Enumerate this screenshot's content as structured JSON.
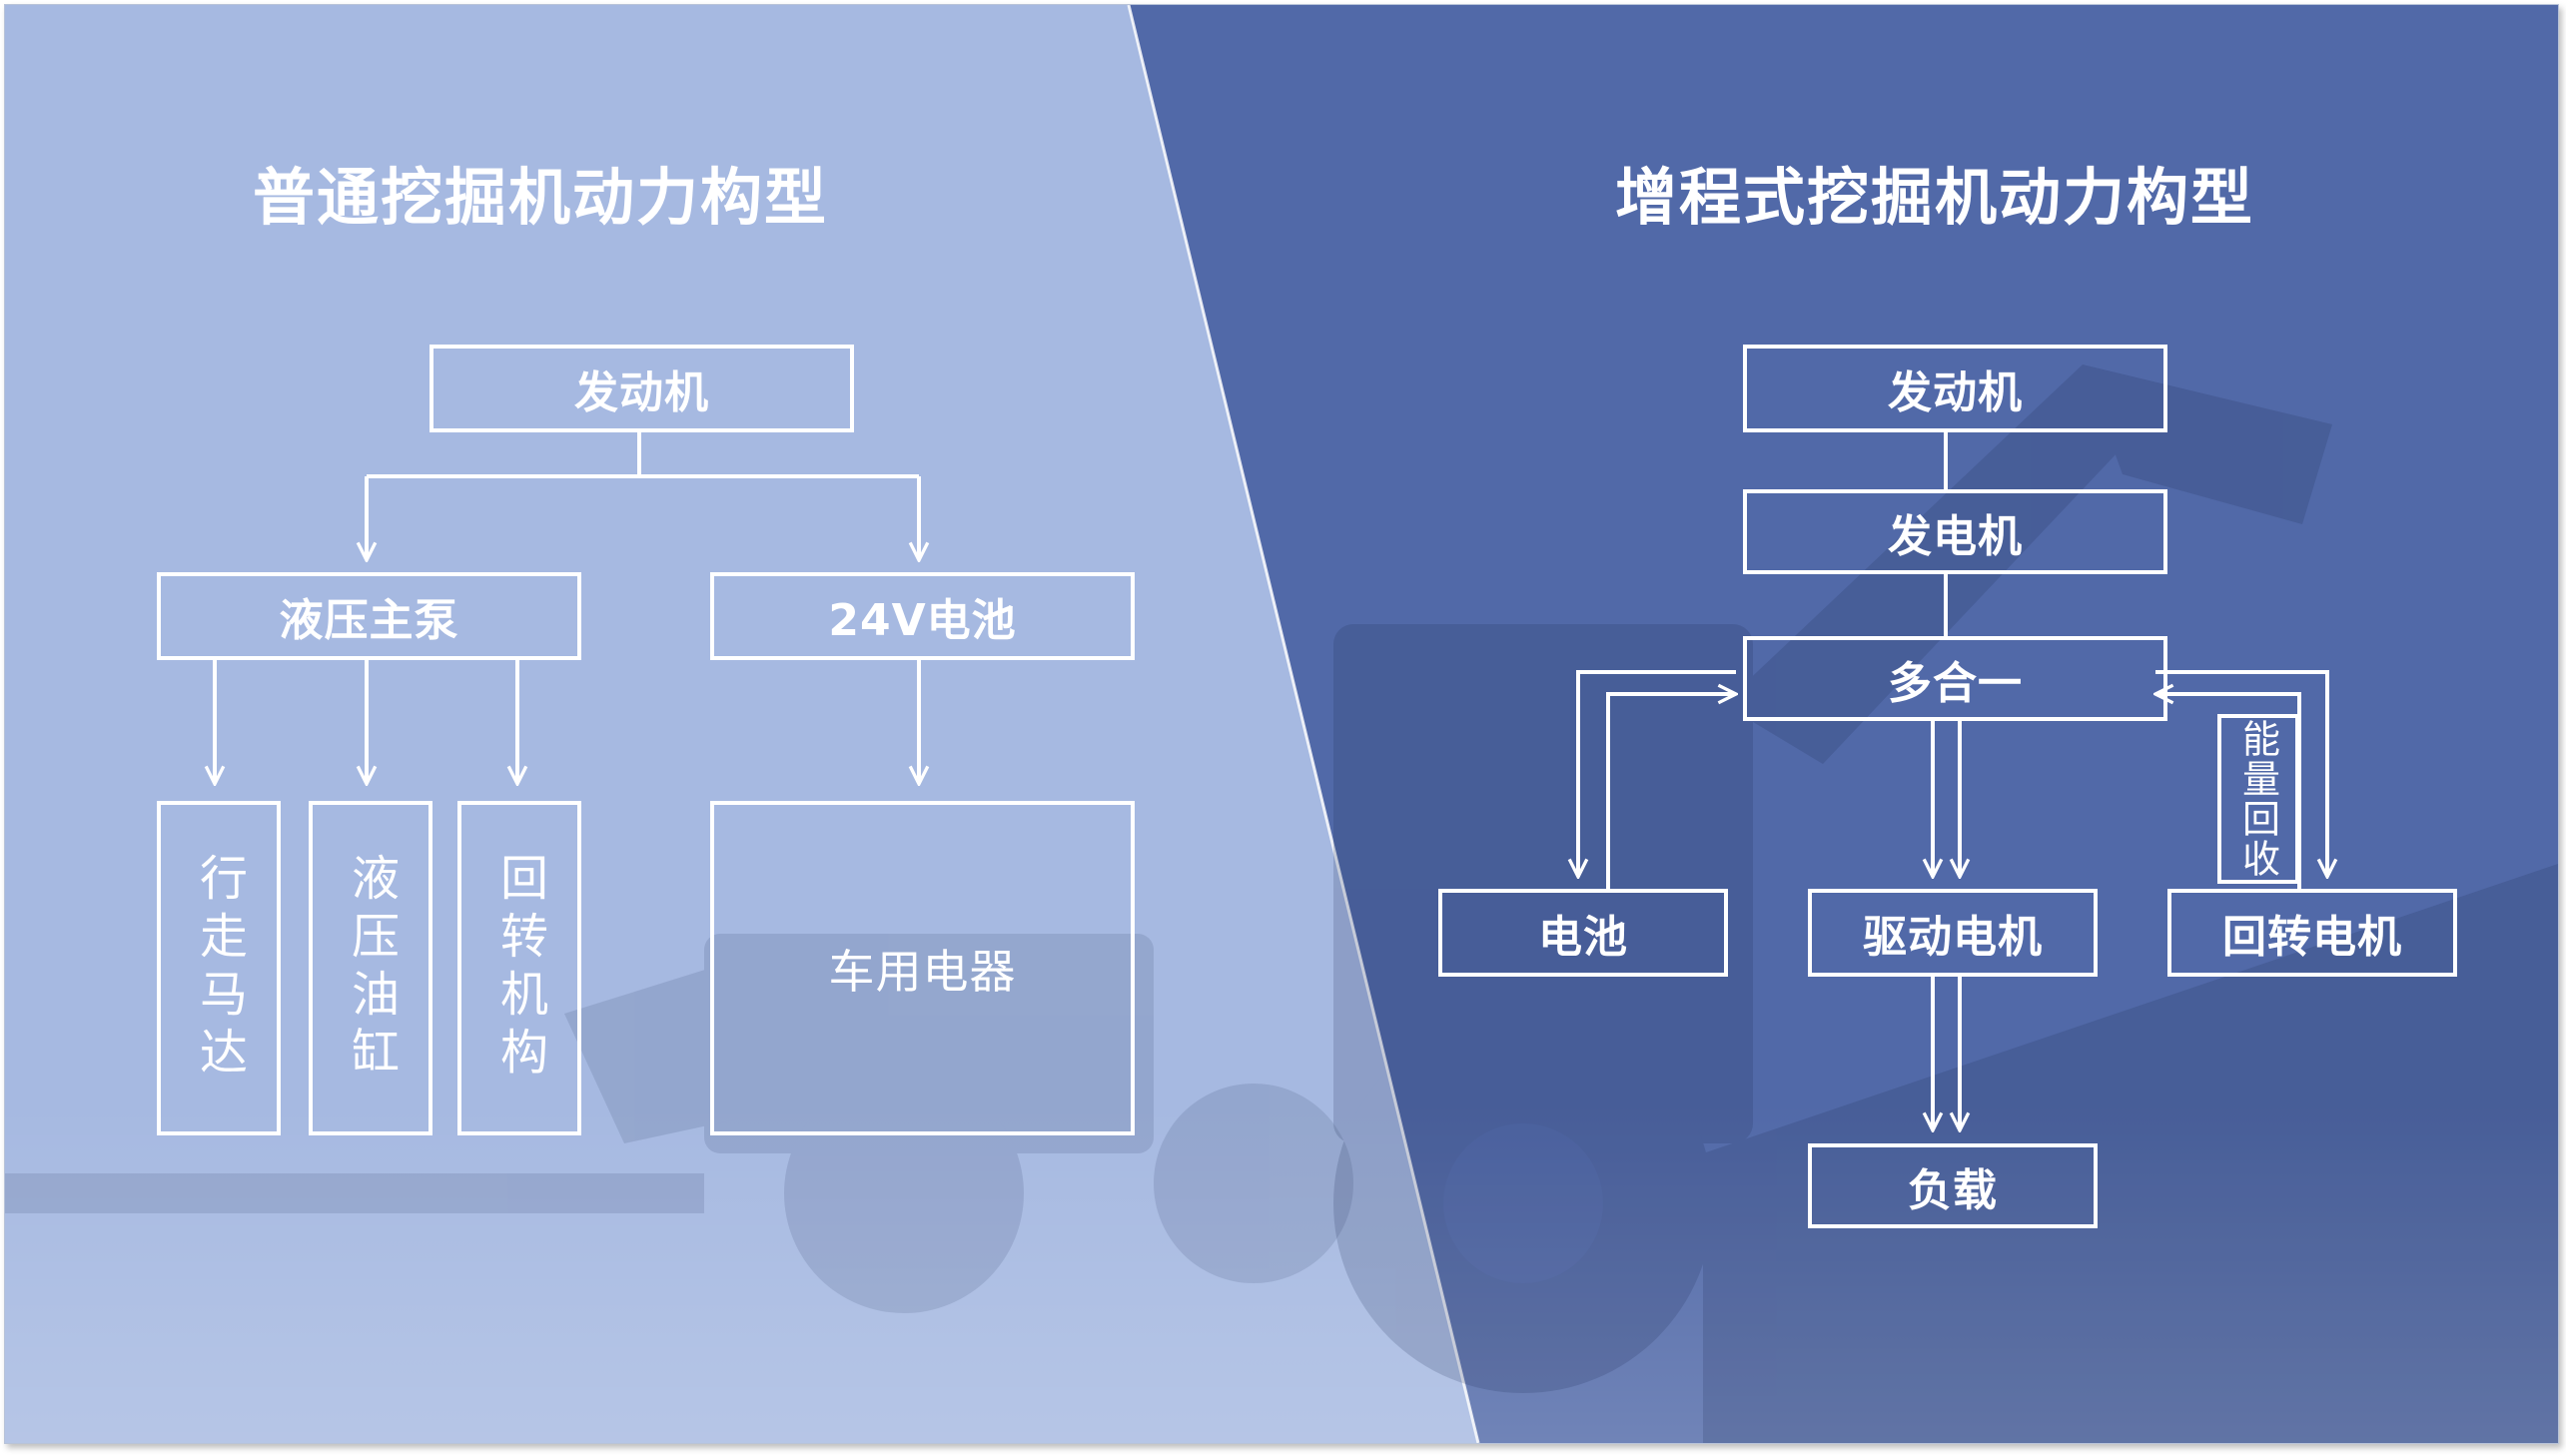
{
  "colors": {
    "left_panel": "#a6b9e1",
    "right_panel": "#5169a8",
    "line": "#ffffff"
  },
  "left": {
    "title": "普通挖掘机动力构型",
    "engine": "发动机",
    "hydraulic_pump": "液压主泵",
    "battery_24v": "24V电池",
    "travel_motor": "行走马达",
    "hydraulic_cylinder": "液压油缸",
    "swing_mechanism": "回转机构",
    "vehicle_electrics": "车用电器"
  },
  "right": {
    "title": "增程式挖掘机动力构型",
    "engine": "发动机",
    "generator": "发电机",
    "all_in_one": "多合一",
    "battery": "电池",
    "drive_motor": "驱动电机",
    "swing_motor": "回转电机",
    "energy_recovery": "能量回收",
    "load": "负载"
  }
}
